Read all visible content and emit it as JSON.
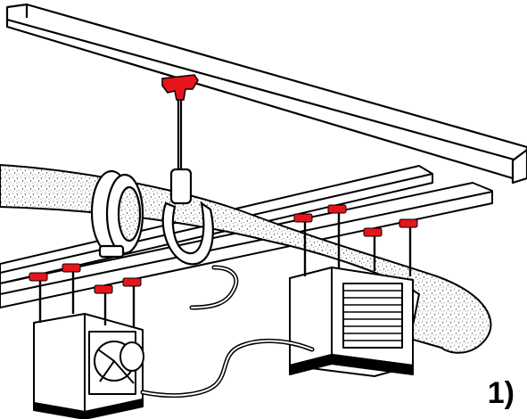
{
  "figure": {
    "step_label": "1)",
    "icons": [
      "ceiling-beam",
      "threaded-rod-hanger",
      "insulated-duct",
      "pipe-clamp",
      "flange-connector",
      "fan-unit",
      "louvered-air-unit",
      "flexible-cable",
      "mounting-clips"
    ]
  },
  "colors": {
    "line": "#000000",
    "fill": "#ffffff",
    "clip_red": "#e8141c",
    "insulation_speckle": "#444444"
  }
}
